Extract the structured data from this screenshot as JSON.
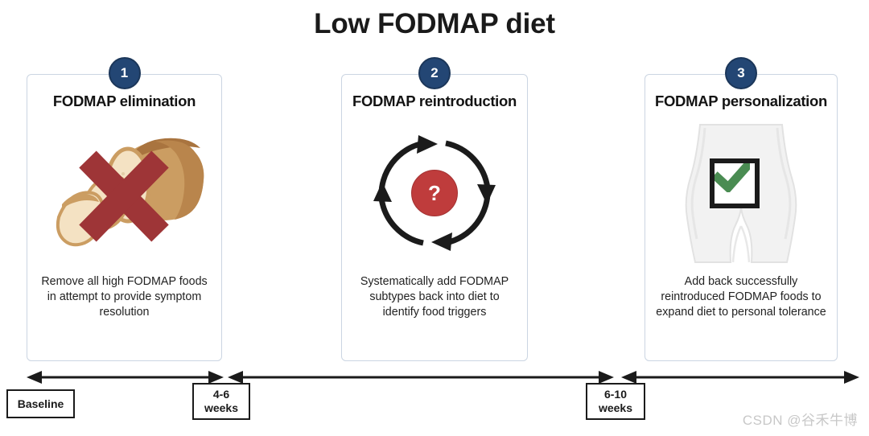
{
  "page": {
    "title": "Low FODMAP diet",
    "watermark": "CSDN @谷禾牛博",
    "accent_navy": "#234674",
    "accent_red": "#bf3c3c",
    "accent_green": "#4a8c52",
    "card_border": "#cbd5e2"
  },
  "cards": [
    {
      "badge": "1",
      "title": "FODMAP elimination",
      "body": "Remove all high FODMAP foods in attempt to provide symptom resolution",
      "figure": "bread-loaf-with-red-x-icon"
    },
    {
      "badge": "2",
      "title": "FODMAP reintroduction",
      "body": "Systematically add FODMAP subtypes back into diet to identify food triggers",
      "figure": "cycle-arrows-with-question-mark-icon",
      "question_mark": "?"
    },
    {
      "badge": "3",
      "title": "FODMAP personalization",
      "body": "Add back successfully reintroduced FODMAP foods to expand diet to personal tolerance",
      "figure": "torso-with-green-check-icon"
    }
  ],
  "timeline": {
    "boxes": [
      {
        "line1": "Baseline",
        "line2": ""
      },
      {
        "line1": "4-6",
        "line2": "weeks"
      },
      {
        "line1": "6-10",
        "line2": "weeks"
      }
    ]
  }
}
